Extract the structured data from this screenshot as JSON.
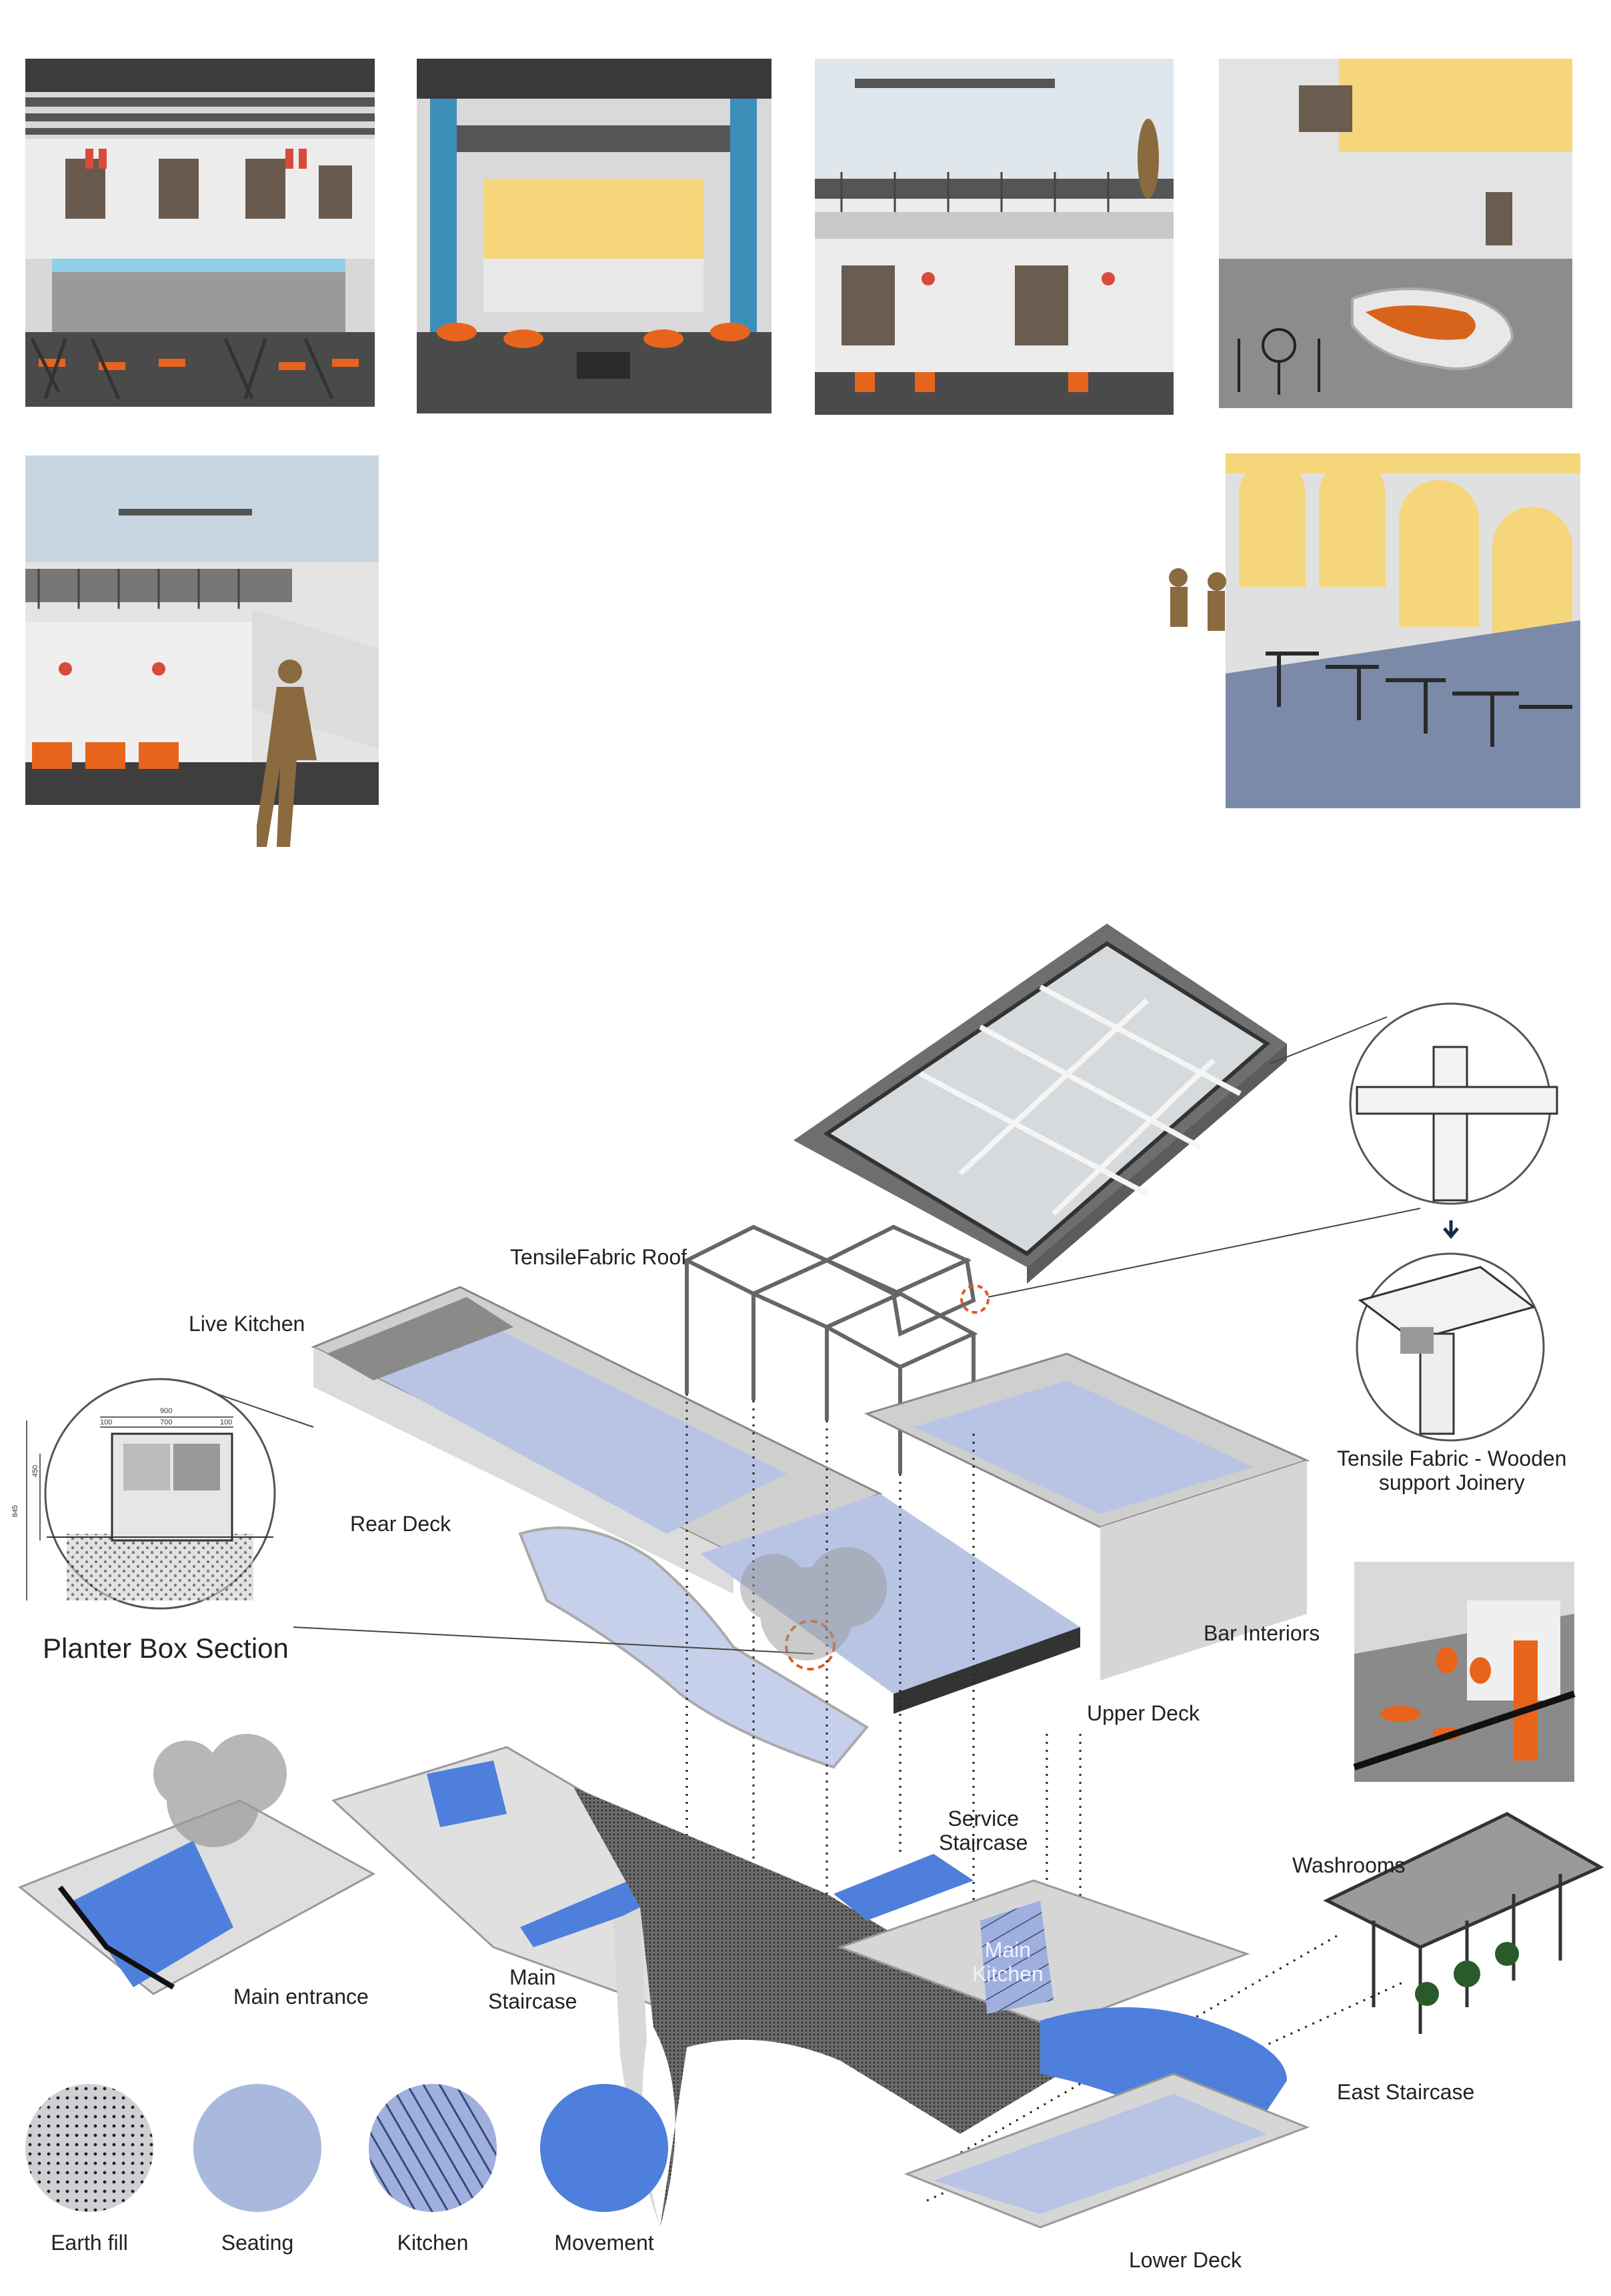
{
  "renderings": [
    {
      "id": "bar-interior-render"
    },
    {
      "id": "lounge-pavilion-render"
    },
    {
      "id": "upper-deck-terrace-render"
    },
    {
      "id": "courtyard-planter-render"
    },
    {
      "id": "staircase-deck-render"
    },
    {
      "id": "arcade-seating-render"
    }
  ],
  "labels": {
    "tensile_roof": "TensileFabric Roof",
    "live_kitchen": "Live Kitchen",
    "rear_deck": "Rear Deck",
    "planter_box_section": "Planter Box Section",
    "bar_interiors": "Bar Interiors",
    "upper_deck": "Upper Deck",
    "service_staircase": "Service\nStaircase",
    "washrooms": "Washrooms",
    "main_kitchen": "Main\nKitchen",
    "main_entrance": "Main entrance",
    "main_staircase": "Main\nStaircase",
    "east_staircase": "East Staircase",
    "lower_deck": "Lower Deck",
    "joinery_detail": "Tensile Fabric - Wooden\nsupport Joinery"
  },
  "planter_dimensions": {
    "width_total": "900",
    "width_inner": "700",
    "edge_left": "100",
    "edge_right": "100",
    "height_total": "845",
    "height_box": "450"
  },
  "legend": [
    {
      "label": "Earth fill",
      "pattern": "dots",
      "color": "#c8c8cc"
    },
    {
      "label": "Seating",
      "pattern": "solid",
      "color": "#a9b9de"
    },
    {
      "label": "Kitchen",
      "pattern": "hatch",
      "color": "#9fb0de"
    },
    {
      "label": "Movement",
      "pattern": "solid",
      "color": "#4f7fdc"
    }
  ],
  "colors": {
    "seating": "#a9b9de",
    "movement": "#4f7fdc",
    "accent_orange": "#e8641c",
    "wall_yellow": "#f7dc8c",
    "leader_red": "#e05a28"
  }
}
